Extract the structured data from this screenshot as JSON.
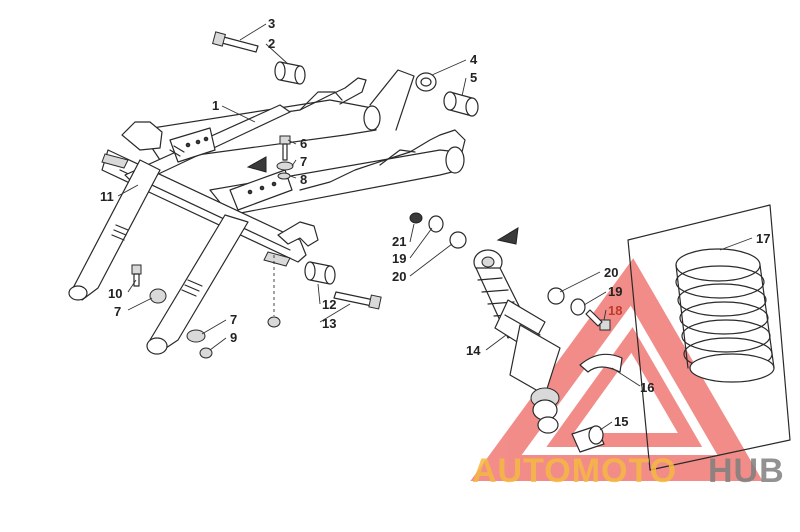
{
  "callouts": {
    "c1": "1",
    "c2": "2",
    "c3": "3",
    "c4": "4",
    "c5": "5",
    "c6": "6",
    "c7a": "7",
    "c7b": "7",
    "c7c": "7",
    "c8": "8",
    "c9": "9",
    "c10": "10",
    "c11": "11",
    "c12": "12",
    "c13": "13",
    "c14": "14",
    "c15": "15",
    "c16": "16",
    "c17": "17",
    "c18": "18",
    "c19a": "19",
    "c19b": "19",
    "c20a": "20",
    "c20b": "20",
    "c21": "21"
  },
  "watermark": {
    "part1": "AUTOMOTO",
    "part2": "HUB",
    "color_orange": "#f5b942",
    "color_red": "#e8302a",
    "color_gray": "#808080"
  }
}
